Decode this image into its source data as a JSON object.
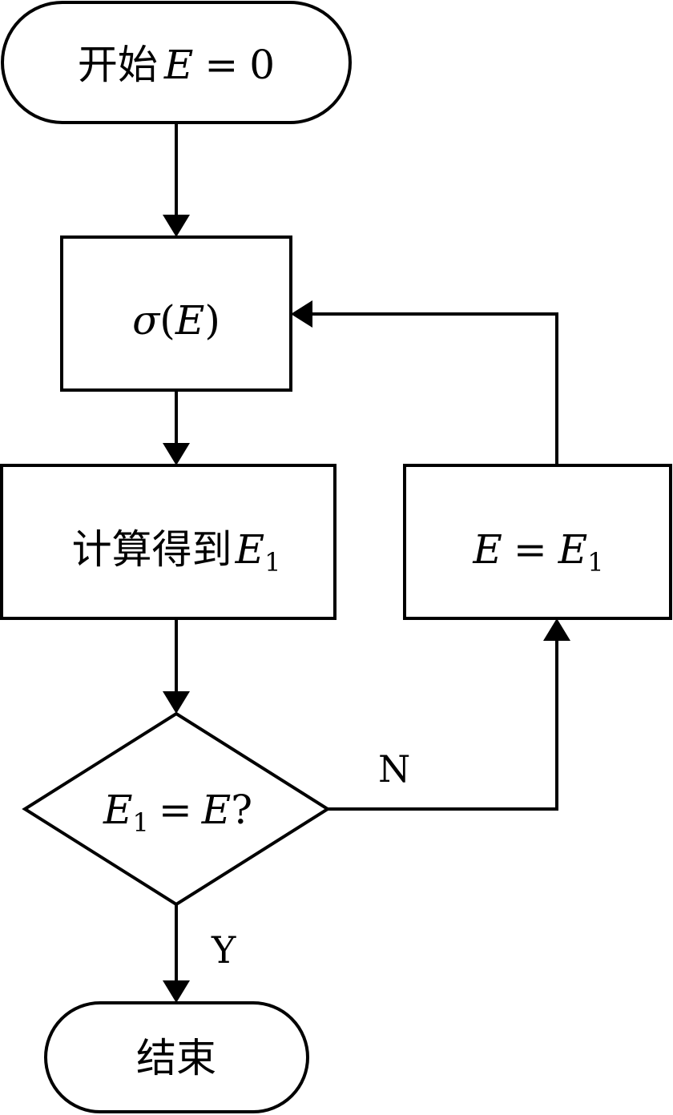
{
  "nodes": {
    "start": {
      "prefix": "开始",
      "var": "E",
      "op": "=",
      "value": "0"
    },
    "sigma": {
      "func": "σ",
      "open": "(",
      "var": "E",
      "close": ")"
    },
    "compute": {
      "prefix": "计算得到",
      "var": "E",
      "sub": "1"
    },
    "assign": {
      "lhs": "E",
      "op": "=",
      "rhs": "E",
      "sub": "1"
    },
    "decision": {
      "lhs": "E",
      "sub": "1",
      "op": "=",
      "rhs": "E",
      "question": "?"
    },
    "end": {
      "label": "结束"
    }
  },
  "edges": {
    "no_label": "N",
    "yes_label": "Y"
  }
}
